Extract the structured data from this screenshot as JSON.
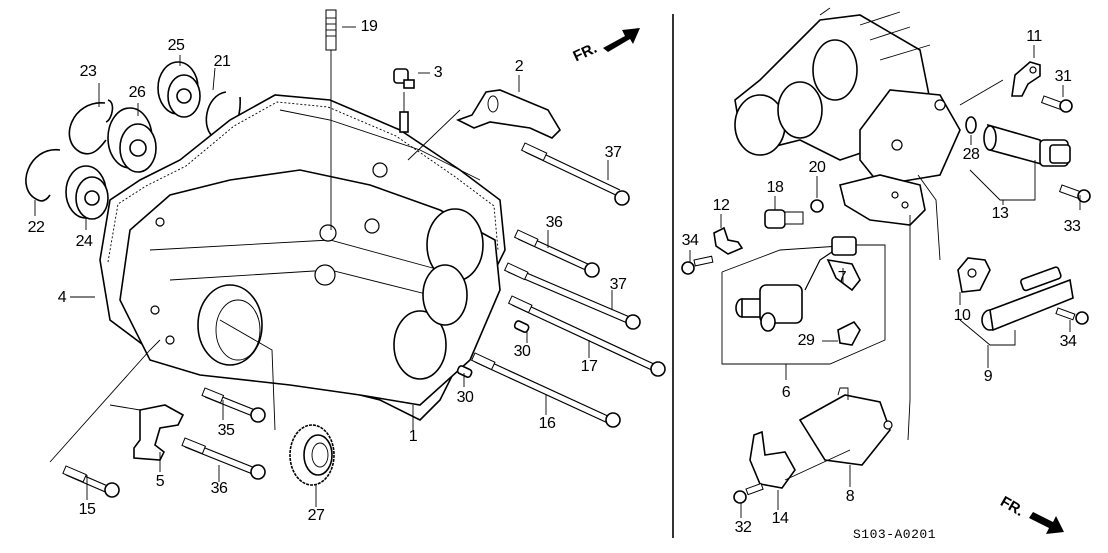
{
  "diagram": {
    "type": "exploded-parts-diagram",
    "subject": "Transmission housing and solenoid assembly",
    "reference_code": "S103-A0201",
    "direction_markers": [
      {
        "id": "fr-top",
        "label": "FR.",
        "arrow": "up-right"
      },
      {
        "id": "fr-bottom",
        "label": "FR.",
        "arrow": "down-right"
      }
    ],
    "callouts": {
      "c1": "1",
      "c2": "2",
      "c3": "3",
      "c4": "4",
      "c5": "5",
      "c6": "6",
      "c7": "7",
      "c8": "8",
      "c9": "9",
      "c10": "10",
      "c11": "11",
      "c12": "12",
      "c13": "13",
      "c14": "14",
      "c15": "15",
      "c16": "16",
      "c17": "17",
      "c18": "18",
      "c19": "19",
      "c20": "20",
      "c21": "21",
      "c22": "22",
      "c23": "23",
      "c24": "24",
      "c25": "25",
      "c26": "26",
      "c27": "27",
      "c28": "28",
      "c29": "29",
      "c30a": "30",
      "c30b": "30",
      "c31": "31",
      "c32": "32",
      "c33": "33",
      "c34a": "34",
      "c34b": "34",
      "c35": "35",
      "c36a": "36",
      "c36b": "36",
      "c37a": "37",
      "c37b": "37"
    },
    "panels": {
      "left": {
        "part_numbers": [
          "1",
          "2",
          "3",
          "4",
          "5",
          "15",
          "16",
          "17",
          "19",
          "21",
          "22",
          "23",
          "24",
          "25",
          "26",
          "27",
          "30",
          "35",
          "36",
          "37"
        ]
      },
      "right": {
        "part_numbers": [
          "6",
          "7",
          "8",
          "9",
          "10",
          "11",
          "12",
          "13",
          "14",
          "18",
          "20",
          "28",
          "29",
          "31",
          "32",
          "33",
          "34"
        ]
      }
    }
  }
}
